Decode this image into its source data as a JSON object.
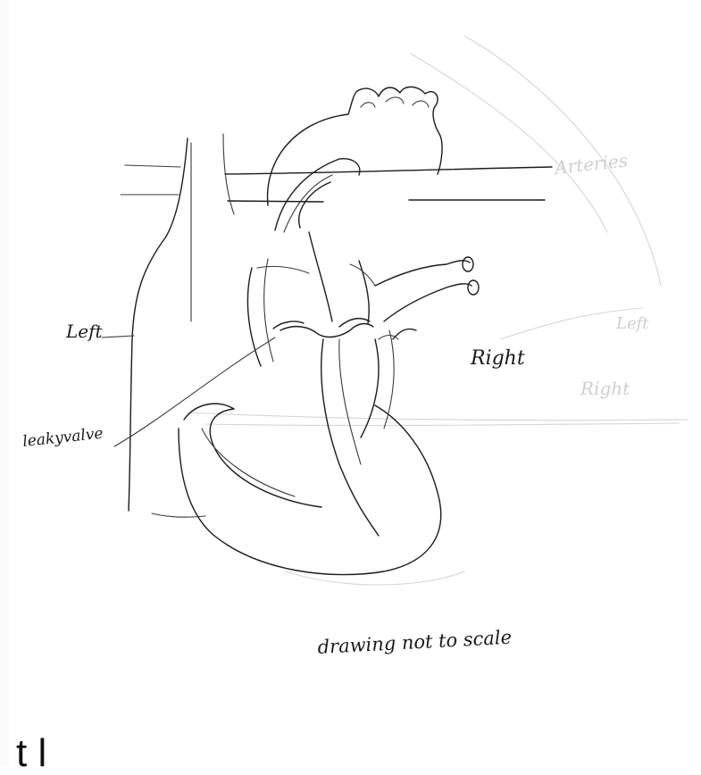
{
  "labels": {
    "left": "Left",
    "right": "Right",
    "leaky_valve": "leakyvalve",
    "note": "drawing not to scale"
  },
  "cut_off_text": "t l"
}
